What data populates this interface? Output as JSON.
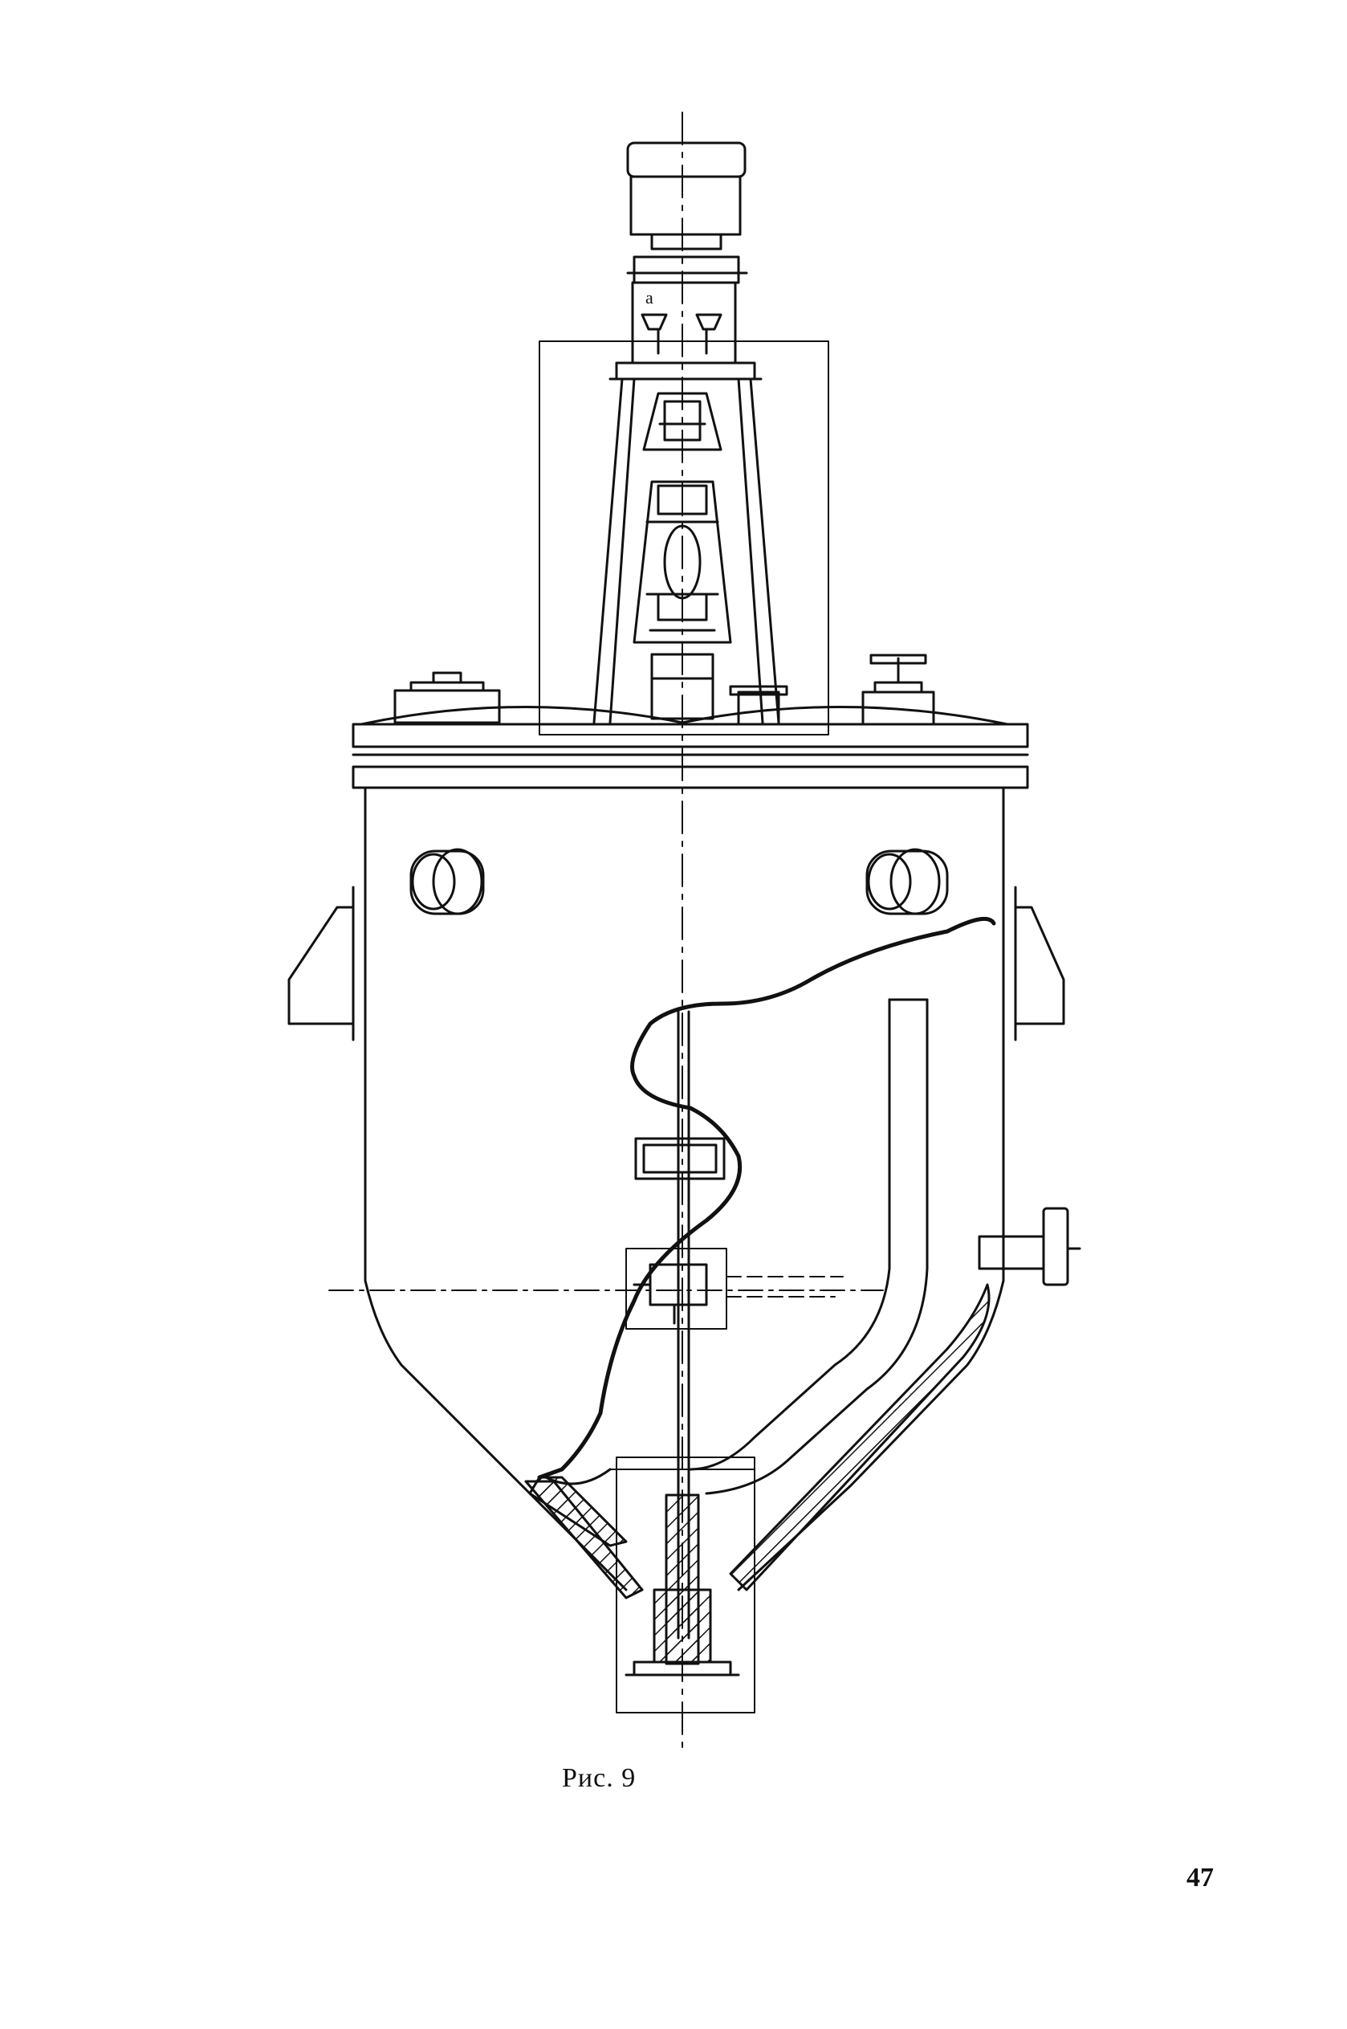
{
  "figure": {
    "caption": "Рис. 9",
    "page_number": "47",
    "annotation_letter": "a"
  },
  "colors": {
    "ink": "#111111",
    "paper": "#ffffff"
  }
}
